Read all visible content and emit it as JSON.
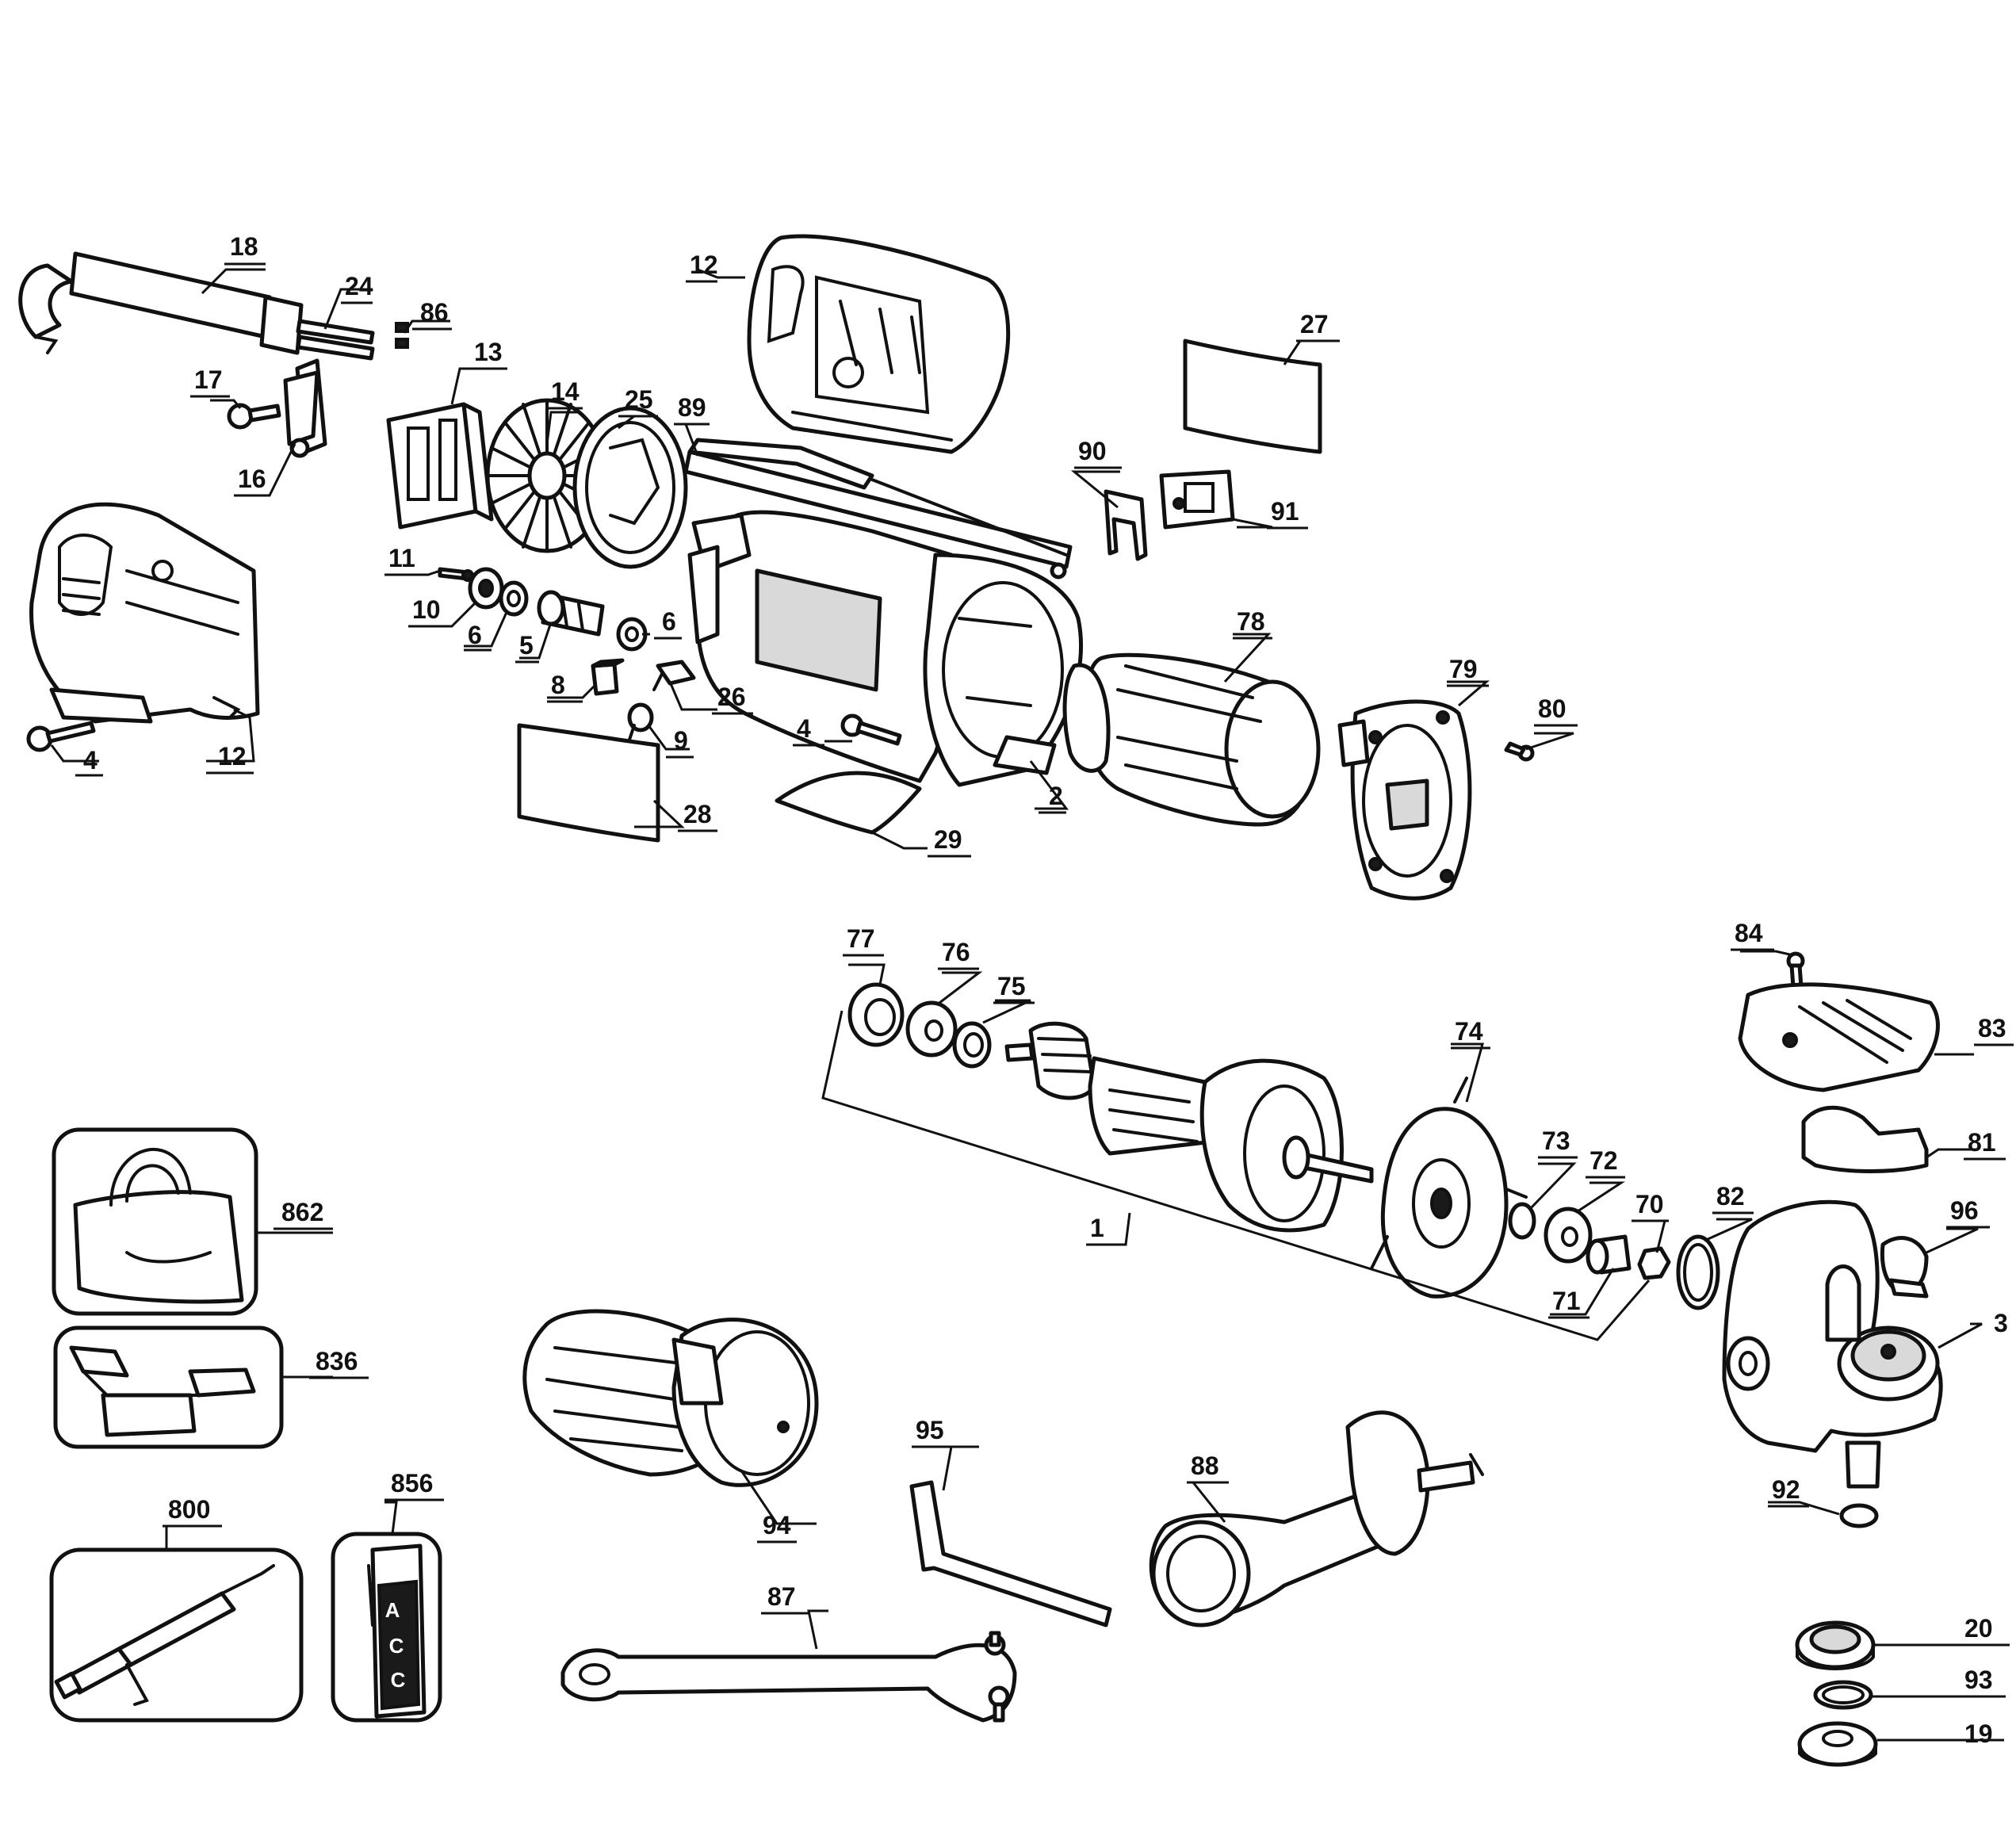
{
  "callouts": {
    "c18": "18",
    "c24": "24",
    "c86": "86",
    "c17": "17",
    "c16": "16",
    "c13": "13",
    "c14": "14",
    "c25": "25",
    "c89": "89",
    "c12a": "12",
    "c27": "27",
    "c90": "90",
    "c91": "91",
    "c11": "11",
    "c10": "10",
    "c6a": "6",
    "c5": "5",
    "c6b": "6",
    "c8": "8",
    "c26": "26",
    "c9": "9",
    "c28": "28",
    "c4a": "4",
    "c12b": "12",
    "c4b": "4",
    "c29": "29",
    "c2": "2",
    "c78": "78",
    "c79": "79",
    "c80": "80",
    "c77": "77",
    "c76": "76",
    "c75": "75",
    "c74": "74",
    "c84": "84",
    "c83": "83",
    "c81": "81",
    "c73": "73",
    "c72": "72",
    "c70": "70",
    "c82": "82",
    "c71": "71",
    "c96": "96",
    "c1": "1",
    "c3": "3",
    "c862": "862",
    "c836": "836",
    "c800": "800",
    "c856": "856",
    "c94": "94",
    "c95": "95",
    "c88": "88",
    "c92": "92",
    "c87": "87",
    "c20": "20",
    "c93": "93",
    "c19": "19"
  },
  "label_856": {
    "line1": "A",
    "line2": "C",
    "line3": "C"
  }
}
